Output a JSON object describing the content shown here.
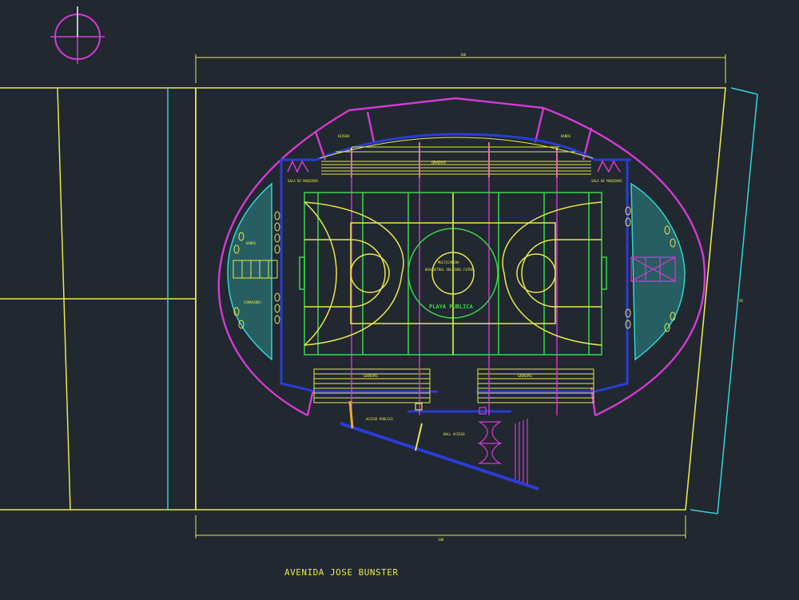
{
  "drawing": {
    "street_label": "AVENIDA JOSE BUNSTER",
    "court_label": "PLAYA PUBLICA",
    "court_center_top": "MULTICANCHA",
    "court_center_bottom": "BASQUETBOL VOLEIBOL FUTBOL",
    "stand_top": "GRADAS",
    "stand_bottom_left": "GRADAS",
    "stand_bottom_right": "GRADAS",
    "room_top_left": "SALA DE MAQUINAS",
    "room_top_right": "SALA DE MAQUINAS",
    "room_left_upper": "BAÑOS",
    "room_left_lower": "CAMARINES",
    "kiosk_top_left": "KIOSKO",
    "kiosk_top_right": "BAÑOS",
    "entrance_label": "HALL ACCESO",
    "access_label": "ACCESO PUBLICO",
    "dim_top": "100",
    "dim_bottom": "100",
    "dim_right": "50"
  },
  "colors": {
    "background": "#212830",
    "yellow": "#e8e84a",
    "cyan": "#2fd6d6",
    "magenta": "#d63ad6",
    "green": "#39d84a",
    "blue": "#2a3cd8",
    "white": "#e8e8e8"
  }
}
